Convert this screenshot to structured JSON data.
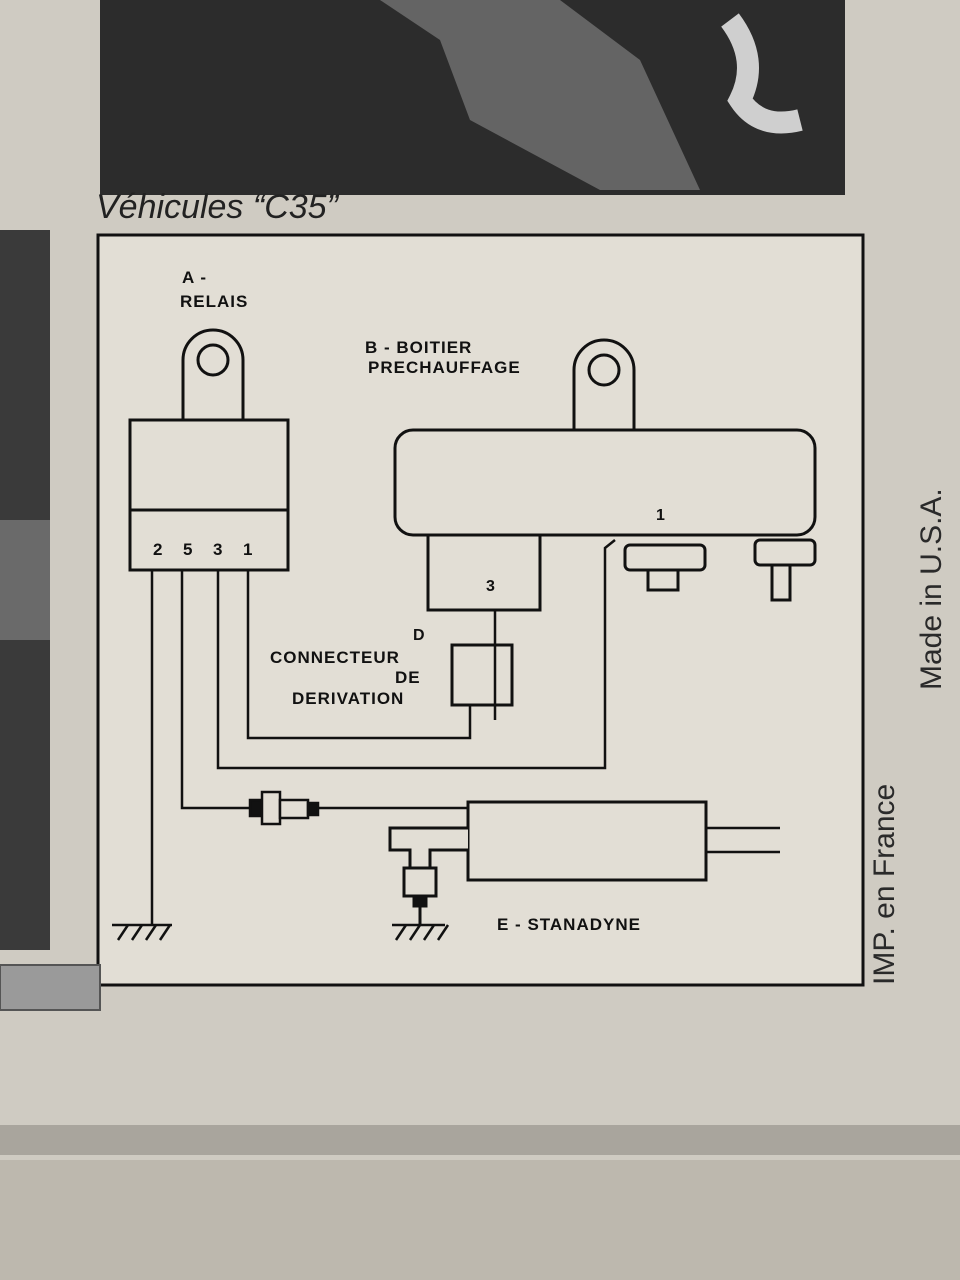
{
  "title": "Véhicules “C35”",
  "components": {
    "relay": {
      "letter": "A -",
      "name": "RELAIS",
      "terminals": [
        "2",
        "5",
        "3",
        "1"
      ]
    },
    "preheat_box": {
      "line1": "B - BOITIER",
      "line2": "PRECHAUFFAGE",
      "terminal_1": "1",
      "terminal_3": "3"
    },
    "connector": {
      "letter": "D",
      "line1": "CONNECTEUR",
      "line2": "DE",
      "line3": "DERIVATION"
    },
    "pump": {
      "name": "E - STANADYNE"
    }
  },
  "side_text": {
    "made_in": "Made in U.S.A.",
    "imp": "IMP. en France"
  }
}
